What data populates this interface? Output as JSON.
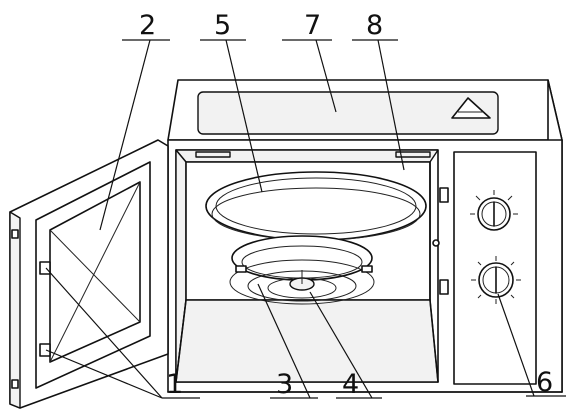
{
  "callouts": [
    {
      "id": "1",
      "label": "1"
    },
    {
      "id": "2",
      "label": "2"
    },
    {
      "id": "3",
      "label": "3"
    },
    {
      "id": "4",
      "label": "4"
    },
    {
      "id": "5",
      "label": "5"
    },
    {
      "id": "6",
      "label": "6"
    },
    {
      "id": "7",
      "label": "7"
    },
    {
      "id": "8",
      "label": "8"
    }
  ],
  "colors": {
    "line": "#111111",
    "background": "#ffffff"
  }
}
